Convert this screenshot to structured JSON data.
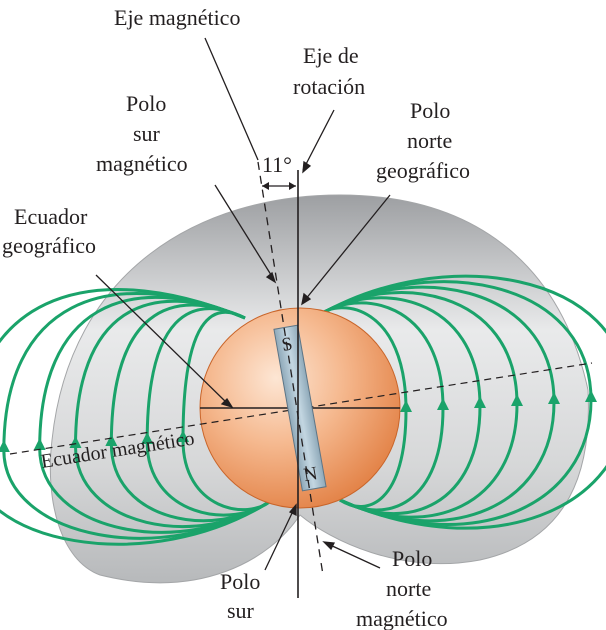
{
  "labels": {
    "magnetic_axis": "Eje magnético",
    "rotation_axis": [
      "Eje de",
      "rotación"
    ],
    "magnetic_south_pole": [
      "Polo",
      "sur",
      "magnético"
    ],
    "geographic_north_pole": [
      "Polo",
      "norte",
      "geográfico"
    ],
    "geographic_equator": [
      "Ecuador",
      "geográfico"
    ],
    "magnetic_equator": "Ecuador magnético",
    "geographic_south_pole": [
      "Polo",
      "sur"
    ],
    "magnetic_north_pole": [
      "Polo",
      "norte",
      "magnético"
    ],
    "tilt_angle": "11°",
    "bar_magnet_south": "S",
    "bar_magnet_north": "N"
  },
  "colors": {
    "field_lines": "#1aa36a",
    "earth": "#f2a471",
    "magnet": "#a9c3d3",
    "torus": "#c8c9cb"
  }
}
